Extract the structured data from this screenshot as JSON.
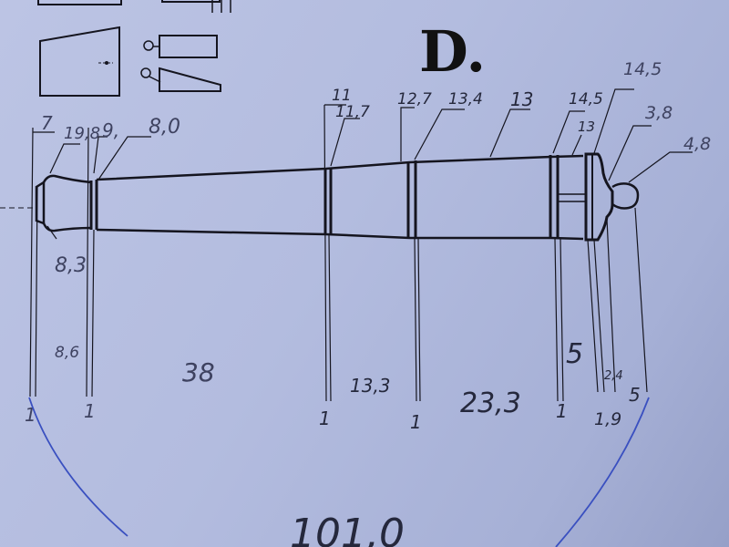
{
  "title": "D.",
  "diameter_labels": {
    "d1": "7",
    "d2": "19,8",
    "d3": "9,",
    "d4": "8,0",
    "d5": "11",
    "d6": "11,7",
    "d7": "12,7",
    "d8": "13,4",
    "d9": "13",
    "d10": "14,5",
    "d11": "13",
    "d12": "14,5",
    "d13": "3,8",
    "d14": "4,8",
    "d15": "8,3"
  },
  "length_labels": {
    "l1": "8,6",
    "l2": "38",
    "l3": "13,3",
    "l4": "23,3",
    "l5": "5",
    "l6": "2,4",
    "l7": "5",
    "r1": "1",
    "r2": "1",
    "r3": "1",
    "r4": "1",
    "r5": "1",
    "r6": "1,9"
  },
  "total_length": "101,0",
  "colors": {
    "ink": "#15151f",
    "pencil": "#3e4260",
    "pen": "#3a50c0",
    "paper": "#b4bde0"
  }
}
